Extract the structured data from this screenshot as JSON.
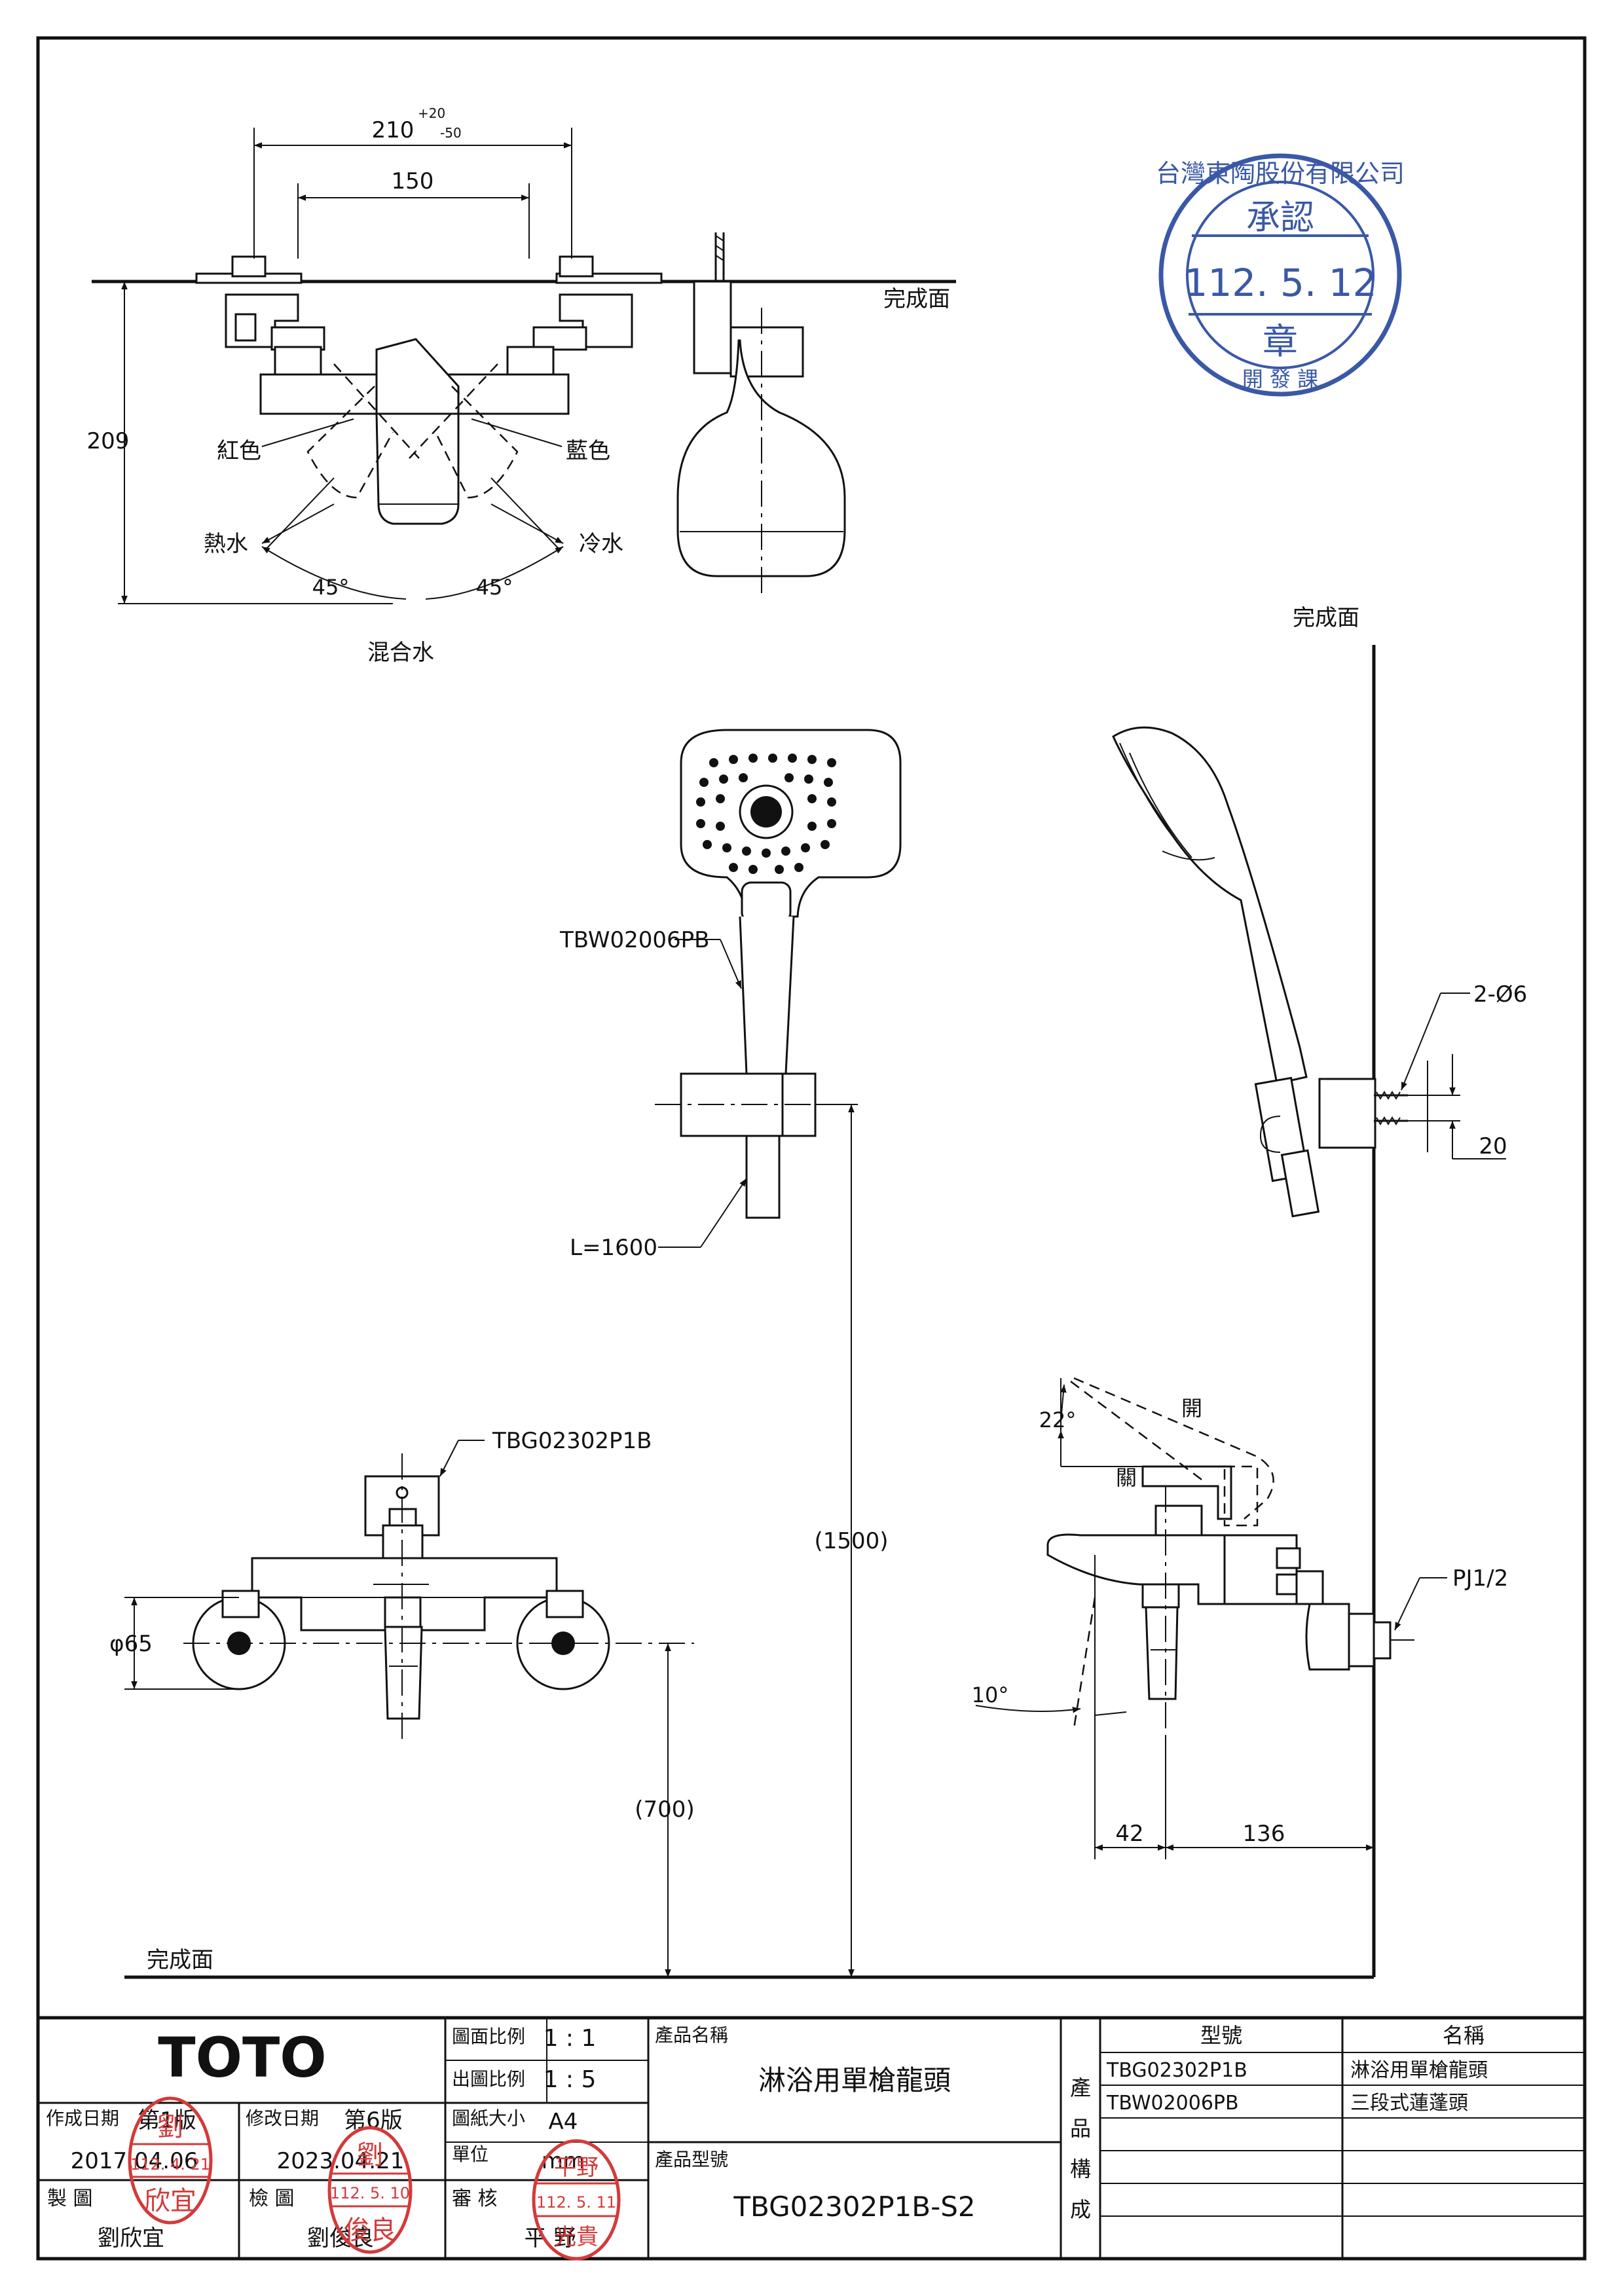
{
  "dimensions": {
    "width_total": "210",
    "width_tol_plus": "+20",
    "width_tol_minus": "-50",
    "center_distance": "150",
    "height": "209",
    "angle_left": "45°",
    "angle_right": "45°",
    "diameter": "φ65",
    "height_700": "(700)",
    "height_1500": "(1500)",
    "hole": "2-Ø6",
    "spacing_20": "20",
    "angle_22": "22°",
    "angle_10": "10°",
    "depth_42": "42",
    "depth_136": "136"
  },
  "labels": {
    "wall_top": "完成面",
    "wall_right": "完成面",
    "floor": "完成面",
    "red": "紅色",
    "blue": "藍色",
    "hot": "熱水",
    "cold": "冷水",
    "mixed": "混合水",
    "shower_model": "TBW02006PB",
    "hose_length": "L=1600",
    "faucet_model": "TBG02302P1B",
    "open": "開",
    "close": "關",
    "thread": "PJ1/2"
  },
  "stamp_approval": {
    "company": "台灣東陶股份有限公司",
    "approve": "承認",
    "date": "112. 5. 12",
    "seal": "章",
    "dept": "開 發 課"
  },
  "title_block": {
    "brand": "TOTO",
    "scale_label": "圖面比例",
    "scale_value": "1 : 1",
    "print_scale_label": "出圖比例",
    "print_scale_value": "1 : 5",
    "paper_label": "圖紙大小",
    "paper_value": "A4",
    "unit_label": "單位",
    "unit_value": "mm",
    "review_label": "審 核",
    "reviewer": "平 野",
    "created_label": "作成日期",
    "edition_first": "第1版",
    "created_date": "2017.04.06",
    "revised_label": "修改日期",
    "edition_current": "第6版",
    "revised_date": "2023.04.21",
    "drawn_label": "製 圖",
    "drafter": "劉欣宜",
    "checked_label": "檢 圖",
    "checker": "劉俊良",
    "product_name_label": "產品名稱",
    "product_name": "淋浴用單槍龍頭",
    "product_model_label": "產品型號",
    "product_model": "TBG02302P1B-S2",
    "composition_label": "產品構成",
    "composition_chars": [
      "產",
      "品",
      "構",
      "成"
    ],
    "col_model": "型號",
    "col_name": "名稱",
    "rows": [
      {
        "model": "TBG02302P1B",
        "name": "淋浴用單槍龍頭"
      },
      {
        "model": "TBW02006PB",
        "name": "三段式蓮蓬頭"
      }
    ]
  },
  "personal_stamps": {
    "drafter_surname": "劉",
    "drafter_given": "欣宜",
    "drafter_date": "112. 4. 21",
    "checker_surname": "劉",
    "checker_given": "俊良",
    "checker_date": "112. 5. 10",
    "reviewer_surname": "平野",
    "reviewer_given": "光貴",
    "reviewer_date": "112. 5. 11"
  }
}
